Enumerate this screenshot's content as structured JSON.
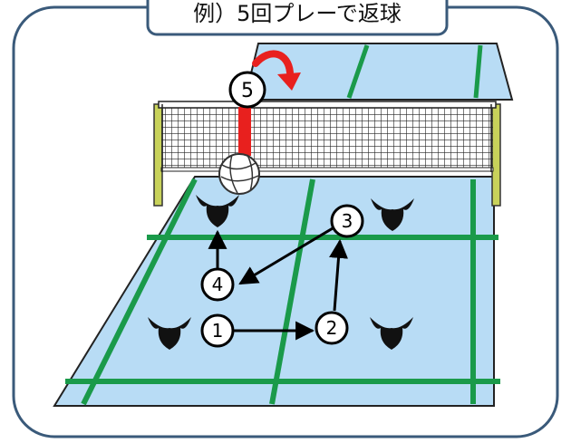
{
  "title": "例）5回プレーで返球",
  "steps": [
    {
      "number": "1"
    },
    {
      "number": "2"
    },
    {
      "number": "3"
    },
    {
      "number": "4"
    },
    {
      "number": "5"
    }
  ],
  "colors": {
    "frame_border": "#3a5a7a",
    "court_fill": "#b8dcf5",
    "court_line": "#1a9a4a",
    "court_edge": "#222222",
    "net_post": "#c8d25a",
    "arrow_red": "#e8201e",
    "player": "#111111"
  },
  "icons": [
    "volleyball-icon",
    "player-icon",
    "return-arrow-icon"
  ]
}
